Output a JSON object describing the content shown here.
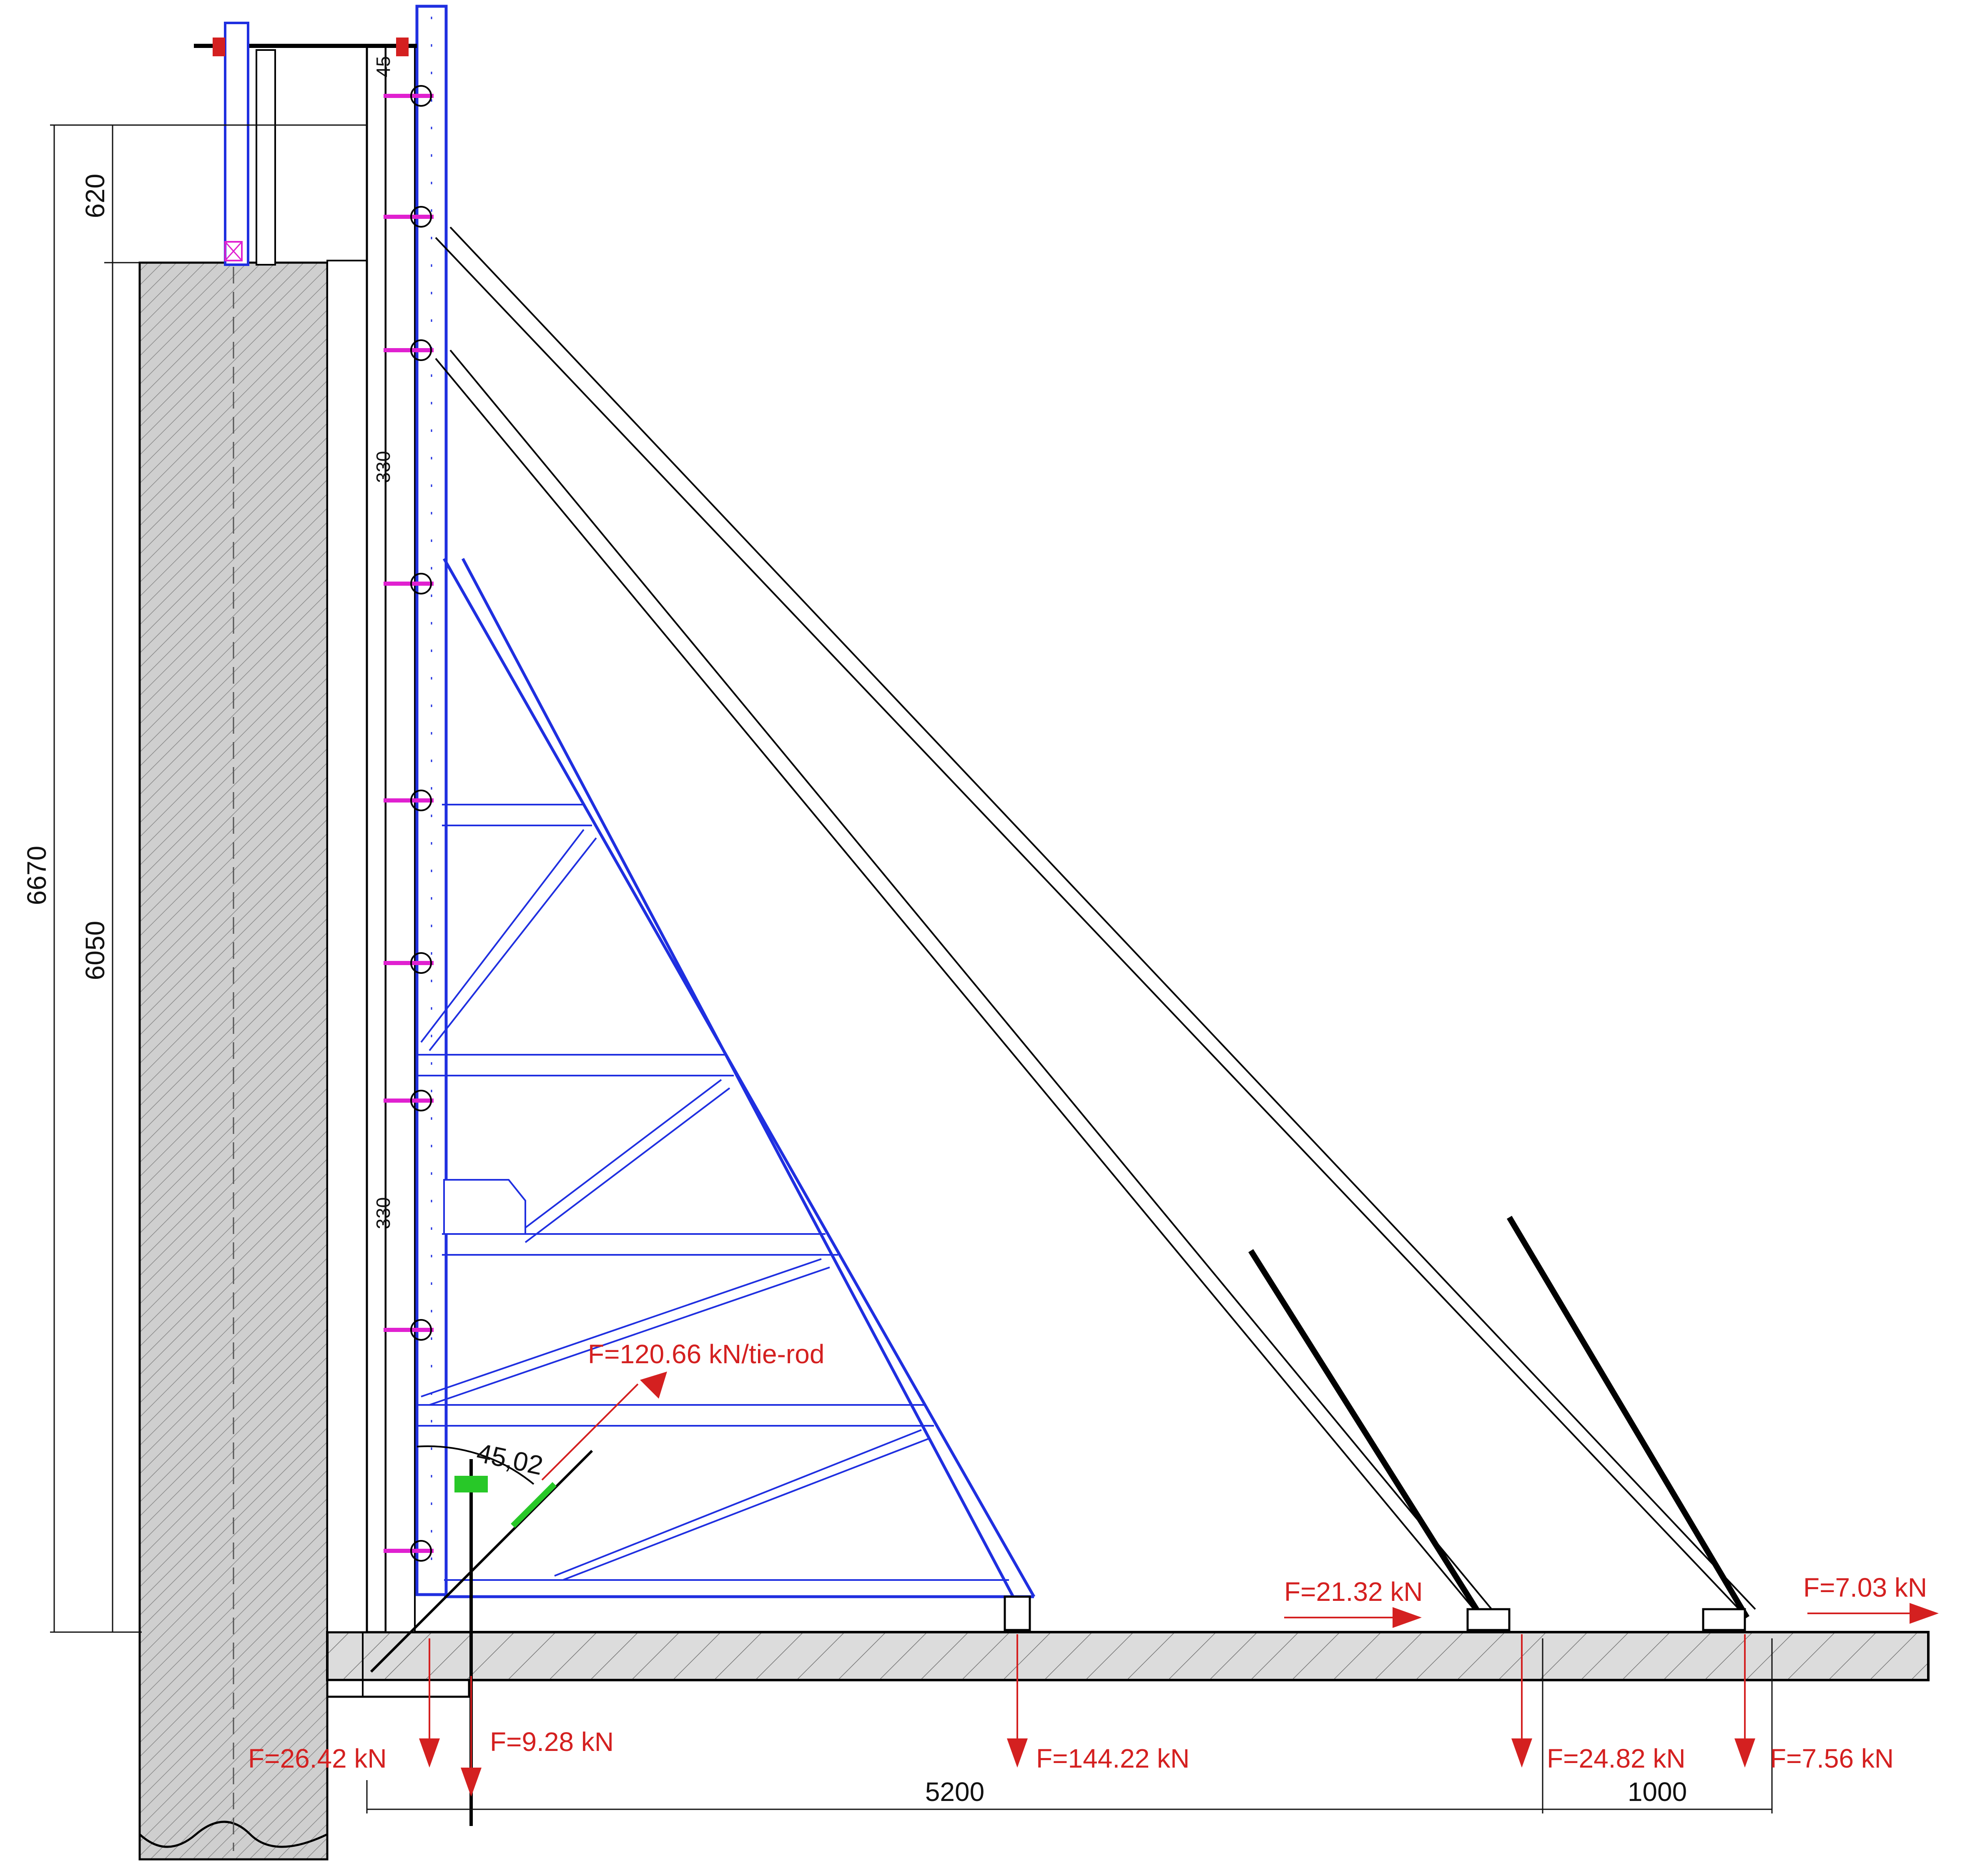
{
  "dimensions": {
    "d620": "620",
    "d6670": "6670",
    "d6050": "6050",
    "d5200": "5200",
    "d1000": "1000",
    "d330a": "330",
    "d330b": "330",
    "d45top": "45",
    "angle": "45,02"
  },
  "forces": {
    "tie_rod": "F=120.66 kN/tie-rod",
    "h1": "F=21.32 kN",
    "h2": "F=7.03 kN",
    "v1": "F=26.42 kN",
    "v2": "F=9.28 kN",
    "v3": "F=144.22 kN",
    "v4": "F=24.82 kN",
    "v5": "F=7.56 kN"
  },
  "colors": {
    "structure": "#1f2fe0",
    "force": "#d42020",
    "line": "#000000",
    "tie": "#e020d0",
    "concrete": "#c8c8c8",
    "slab": "#d9d9d9",
    "anchor": "#28c828"
  }
}
